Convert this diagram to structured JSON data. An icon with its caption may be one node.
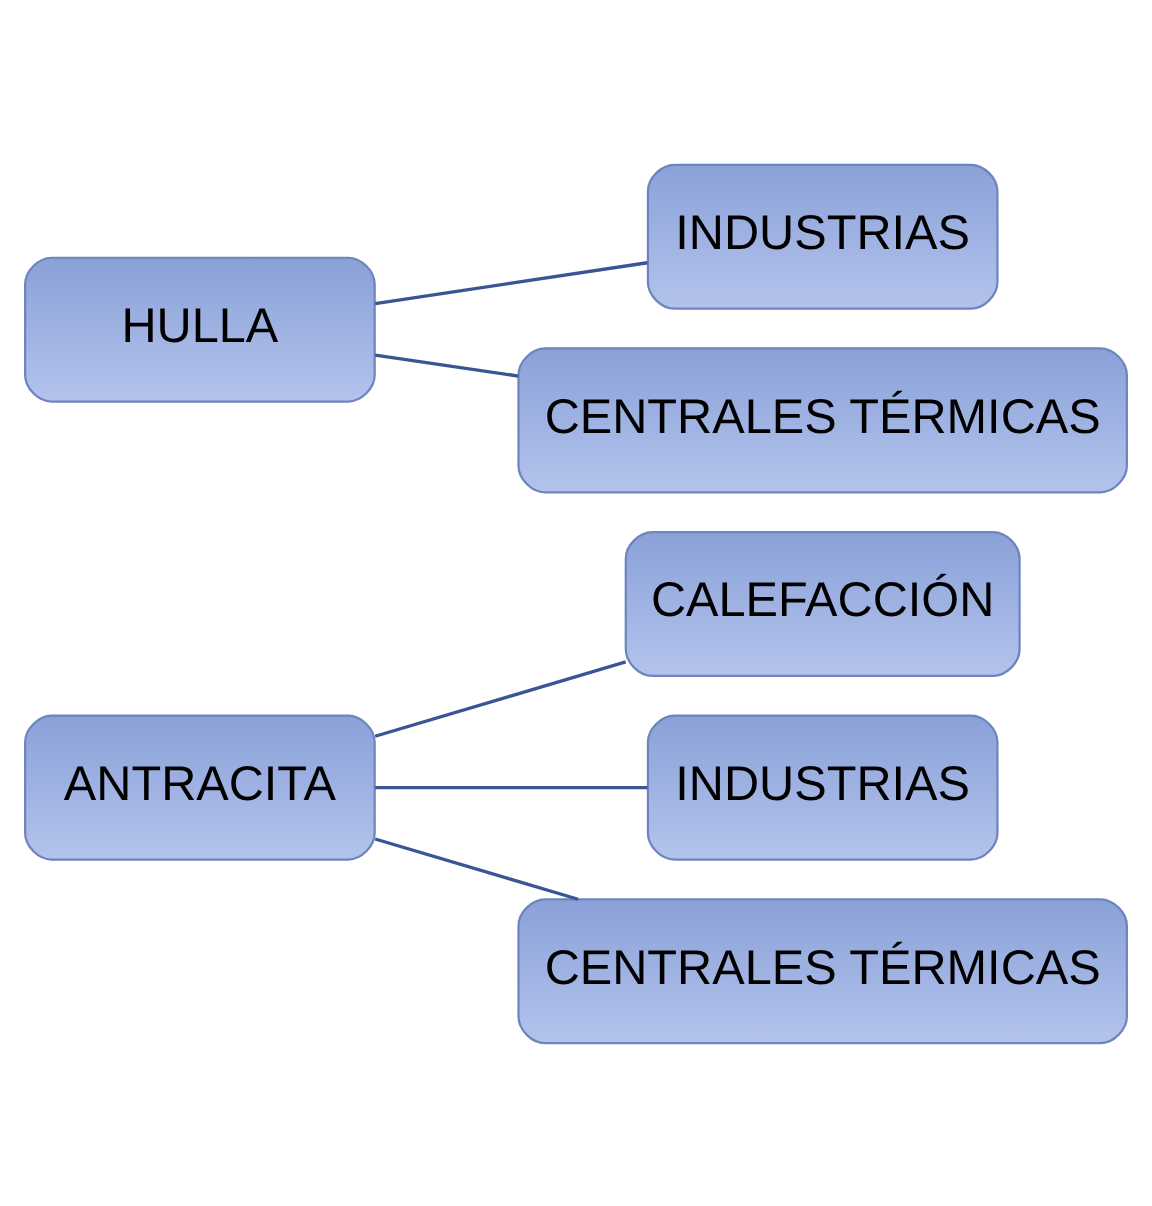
{
  "diagram": {
    "nodes": [
      {
        "text": [
          "ANTRACITA"
        ]
      },
      {
        "text": [
          "CALEFACCIÓN"
        ]
      },
      {
        "text": [
          "INDUSTRIAS"
        ]
      },
      {
        "text": [
          "CENTRALES TÉRMICAS"
        ]
      },
      {
        "text": [
          "HULLA"
        ]
      },
      {
        "text": [
          "INDUSTRIAS"
        ]
      },
      {
        "text": [
          "CENTRALES TÉRMICAS"
        ]
      }
    ],
    "edges": [
      {
        "from": 0,
        "to": 1,
        "arrow": "none"
      },
      {
        "from": 0,
        "to": 2,
        "arrow": "none"
      },
      {
        "from": 0,
        "to": 3,
        "arrow": "none"
      },
      {
        "from": 4,
        "to": 5,
        "arrow": "none"
      },
      {
        "from": 4,
        "to": 6,
        "arrow": "none"
      }
    ]
  }
}
